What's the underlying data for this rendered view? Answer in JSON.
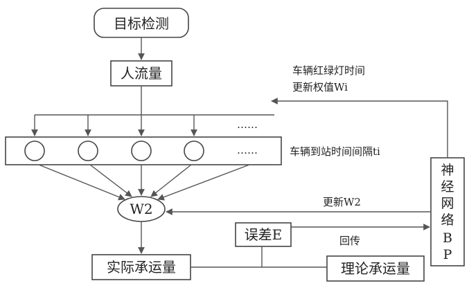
{
  "nodes": {
    "detection": "目标检测",
    "flow": "人流量",
    "w2": "W2",
    "actual": "实际承运量",
    "theory": "理论承运量",
    "error": "误差E",
    "bp_lines": [
      "神",
      "经",
      "网",
      "络",
      "B",
      "P"
    ]
  },
  "labels": {
    "update_wi_line1": "车辆红绿灯时间",
    "update_wi_line2": "更新权值Wi",
    "interval": "车辆到站时间间隔ti",
    "update_w2": "更新W2",
    "backprop": "回传",
    "ellipsis_top": "……",
    "ellipsis_mid": "……"
  },
  "colors": {
    "stroke": "#555555",
    "text": "#222222",
    "background": "#ffffff"
  }
}
